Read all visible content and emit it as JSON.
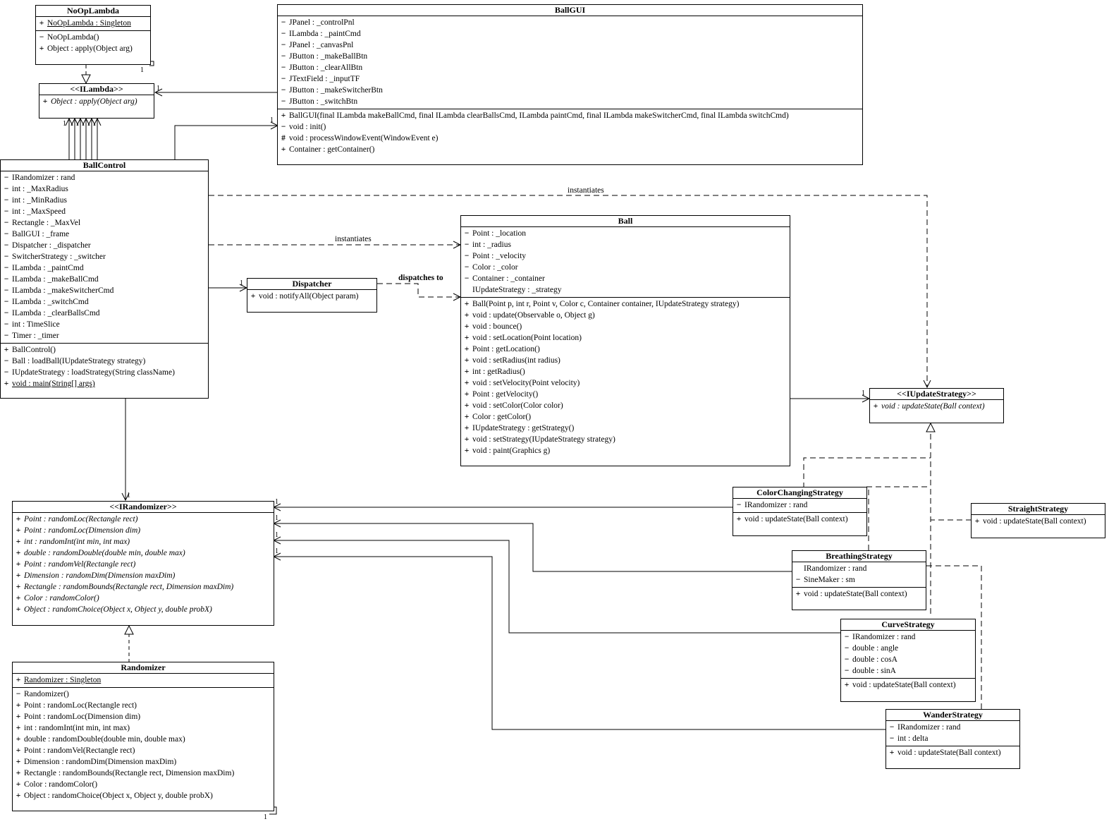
{
  "classes": {
    "noop": {
      "name": "NoOpLambda",
      "attrs": [
        {
          "vis": "+",
          "text": "NoOpLambda : Singleton",
          "underline": true
        }
      ],
      "ops": [
        {
          "vis": "−",
          "text": "NoOpLambda()"
        },
        {
          "vis": "+",
          "text": "Object : apply(Object arg)"
        }
      ]
    },
    "ilambda": {
      "name": "<<ILambda>>",
      "ops": [
        {
          "vis": "+",
          "text": "Object : apply(Object arg)",
          "italic": true
        }
      ]
    },
    "ballgui": {
      "name": "BallGUI",
      "attrs": [
        {
          "vis": "−",
          "text": "JPanel : _controlPnl"
        },
        {
          "vis": "−",
          "text": "ILambda : _paintCmd"
        },
        {
          "vis": "−",
          "text": "JPanel : _canvasPnl"
        },
        {
          "vis": "−",
          "text": "JButton : _makeBallBtn"
        },
        {
          "vis": "−",
          "text": "JButton : _clearAllBtn"
        },
        {
          "vis": "−",
          "text": "JTextField : _inputTF"
        },
        {
          "vis": "−",
          "text": "JButton : _makeSwitcherBtn"
        },
        {
          "vis": "−",
          "text": "JButton : _switchBtn"
        }
      ],
      "ops": [
        {
          "vis": "+",
          "text": "BallGUI(final ILambda makeBallCmd, final ILambda clearBallsCmd, ILambda paintCmd, final ILambda makeSwitcherCmd, final ILambda switchCmd)"
        },
        {
          "vis": "−",
          "text": "void : init()"
        },
        {
          "vis": "#",
          "text": "void : processWindowEvent(WindowEvent e)"
        },
        {
          "vis": "+",
          "text": "Container : getContainer()"
        }
      ]
    },
    "ballcontrol": {
      "name": "BallControl",
      "attrs": [
        {
          "vis": "−",
          "text": "IRandomizer : rand"
        },
        {
          "vis": "−",
          "text": "int : _MaxRadius"
        },
        {
          "vis": "−",
          "text": "int : _MinRadius"
        },
        {
          "vis": "−",
          "text": "int : _MaxSpeed"
        },
        {
          "vis": "−",
          "text": "Rectangle : _MaxVel"
        },
        {
          "vis": "−",
          "text": "BallGUI : _frame"
        },
        {
          "vis": "−",
          "text": "Dispatcher : _dispatcher"
        },
        {
          "vis": "−",
          "text": "SwitcherStrategy : _switcher"
        },
        {
          "vis": "−",
          "text": "ILambda : _paintCmd"
        },
        {
          "vis": "−",
          "text": "ILambda : _makeBallCmd"
        },
        {
          "vis": "−",
          "text": "ILambda : _makeSwitcherCmd"
        },
        {
          "vis": "−",
          "text": "ILambda : _switchCmd"
        },
        {
          "vis": "−",
          "text": "ILambda : _clearBallsCmd"
        },
        {
          "vis": "−",
          "text": "int : TimeSlice"
        },
        {
          "vis": "−",
          "text": "Timer : _timer"
        }
      ],
      "ops": [
        {
          "vis": "+",
          "text": "BallControl()"
        },
        {
          "vis": "−",
          "text": "Ball : loadBall(IUpdateStrategy strategy)"
        },
        {
          "vis": "−",
          "text": "IUpdateStrategy : loadStrategy(String className)"
        },
        {
          "vis": "+",
          "text": "void : main(String[] args)",
          "underline": true
        }
      ]
    },
    "dispatcher": {
      "name": "Dispatcher",
      "ops": [
        {
          "vis": "+",
          "text": "void : notifyAll(Object param)"
        }
      ]
    },
    "ball": {
      "name": "Ball",
      "attrs": [
        {
          "vis": "−",
          "text": "Point : _location"
        },
        {
          "vis": "−",
          "text": "int : _radius"
        },
        {
          "vis": "−",
          "text": "Point : _velocity"
        },
        {
          "vis": "−",
          "text": "Color : _color"
        },
        {
          "vis": "−",
          "text": "Container : _container"
        },
        {
          "vis": "",
          "text": "IUpdateStrategy : _strategy"
        }
      ],
      "ops": [
        {
          "vis": "+",
          "text": "Ball(Point p, int r, Point v, Color c, Container container, IUpdateStrategy strategy)"
        },
        {
          "vis": "+",
          "text": "void : update(Observable o, Object g)"
        },
        {
          "vis": "+",
          "text": "void : bounce()"
        },
        {
          "vis": "+",
          "text": "void : setLocation(Point location)"
        },
        {
          "vis": "+",
          "text": "Point : getLocation()"
        },
        {
          "vis": "+",
          "text": "void : setRadius(int radius)"
        },
        {
          "vis": "+",
          "text": "int : getRadius()"
        },
        {
          "vis": "+",
          "text": "void : setVelocity(Point velocity)"
        },
        {
          "vis": "+",
          "text": "Point : getVelocity()"
        },
        {
          "vis": "+",
          "text": "void : setColor(Color color)"
        },
        {
          "vis": "+",
          "text": "Color : getColor()"
        },
        {
          "vis": "+",
          "text": "IUpdateStrategy : getStrategy()"
        },
        {
          "vis": "+",
          "text": "void : setStrategy(IUpdateStrategy strategy)"
        },
        {
          "vis": "+",
          "text": "void : paint(Graphics g)"
        }
      ]
    },
    "iupdate": {
      "name": "<<IUpdateStrategy>>",
      "ops": [
        {
          "vis": "+",
          "text": "void : updateState(Ball context)",
          "italic": true
        }
      ]
    },
    "irandomizer": {
      "name": "<<IRandomizer>>",
      "ops": [
        {
          "vis": "+",
          "text": "Point : randomLoc(Rectangle rect)",
          "italic": true
        },
        {
          "vis": "+",
          "text": "Point : randomLoc(Dimension dim)",
          "italic": true
        },
        {
          "vis": "+",
          "text": "int : randomInt(int min, int max)",
          "italic": true
        },
        {
          "vis": "+",
          "text": "double : randomDouble(double min, double max)",
          "italic": true
        },
        {
          "vis": "+",
          "text": "Point : randomVel(Rectangle rect)",
          "italic": true
        },
        {
          "vis": "+",
          "text": "Dimension : randomDim(Dimension maxDim)",
          "italic": true
        },
        {
          "vis": "+",
          "text": "Rectangle : randomBounds(Rectangle rect, Dimension maxDim)",
          "italic": true
        },
        {
          "vis": "+",
          "text": "Color : randomColor()",
          "italic": true
        },
        {
          "vis": "+",
          "text": "Object : randomChoice(Object x, Object y, double probX)",
          "italic": true
        }
      ]
    },
    "randomizer": {
      "name": "Randomizer",
      "attrs": [
        {
          "vis": "+",
          "text": "Randomizer : Singleton",
          "underline": true
        }
      ],
      "ops": [
        {
          "vis": "−",
          "text": "Randomizer()"
        },
        {
          "vis": "+",
          "text": "Point : randomLoc(Rectangle rect)"
        },
        {
          "vis": "+",
          "text": "Point : randomLoc(Dimension dim)"
        },
        {
          "vis": "+",
          "text": "int : randomInt(int min, int max)"
        },
        {
          "vis": "+",
          "text": "double : randomDouble(double min, double max)"
        },
        {
          "vis": "+",
          "text": "Point : randomVel(Rectangle rect)"
        },
        {
          "vis": "+",
          "text": "Dimension : randomDim(Dimension maxDim)"
        },
        {
          "vis": "+",
          "text": "Rectangle : randomBounds(Rectangle rect, Dimension maxDim)"
        },
        {
          "vis": "+",
          "text": "Color : randomColor()"
        },
        {
          "vis": "+",
          "text": "Object : randomChoice(Object x, Object y, double probX)"
        }
      ]
    },
    "colorchanging": {
      "name": "ColorChangingStrategy",
      "attrs": [
        {
          "vis": "−",
          "text": "IRandomizer : rand"
        }
      ],
      "ops": [
        {
          "vis": "+",
          "text": "void : updateState(Ball context)"
        }
      ]
    },
    "straight": {
      "name": "StraightStrategy",
      "ops": [
        {
          "vis": "+",
          "text": "void : updateState(Ball context)"
        }
      ]
    },
    "breathing": {
      "name": "BreathingStrategy",
      "attrs": [
        {
          "vis": "",
          "text": "IRandomizer : rand"
        },
        {
          "vis": "−",
          "text": "SineMaker : sm"
        }
      ],
      "ops": [
        {
          "vis": "+",
          "text": "void : updateState(Ball context)"
        }
      ]
    },
    "curve": {
      "name": "CurveStrategy",
      "attrs": [
        {
          "vis": "−",
          "text": "IRandomizer : rand"
        },
        {
          "vis": "−",
          "text": "double : angle"
        },
        {
          "vis": "−",
          "text": "double : cosA"
        },
        {
          "vis": "−",
          "text": "double : sinA"
        }
      ],
      "ops": [
        {
          "vis": "+",
          "text": "void : updateState(Ball context)"
        }
      ]
    },
    "wander": {
      "name": "WanderStrategy",
      "attrs": [
        {
          "vis": "−",
          "text": "IRandomizer : rand"
        },
        {
          "vis": "−",
          "text": "int : delta"
        }
      ],
      "ops": [
        {
          "vis": "+",
          "text": "void : updateState(Ball context)"
        }
      ]
    }
  },
  "labels": {
    "instantiates_1": "instantiates",
    "instantiates_2": "instantiates",
    "dispatches_to": "dispatches to"
  },
  "multiplicities": {
    "one": "1",
    "ilambda_many": "1\\\\\\\\\\"
  }
}
